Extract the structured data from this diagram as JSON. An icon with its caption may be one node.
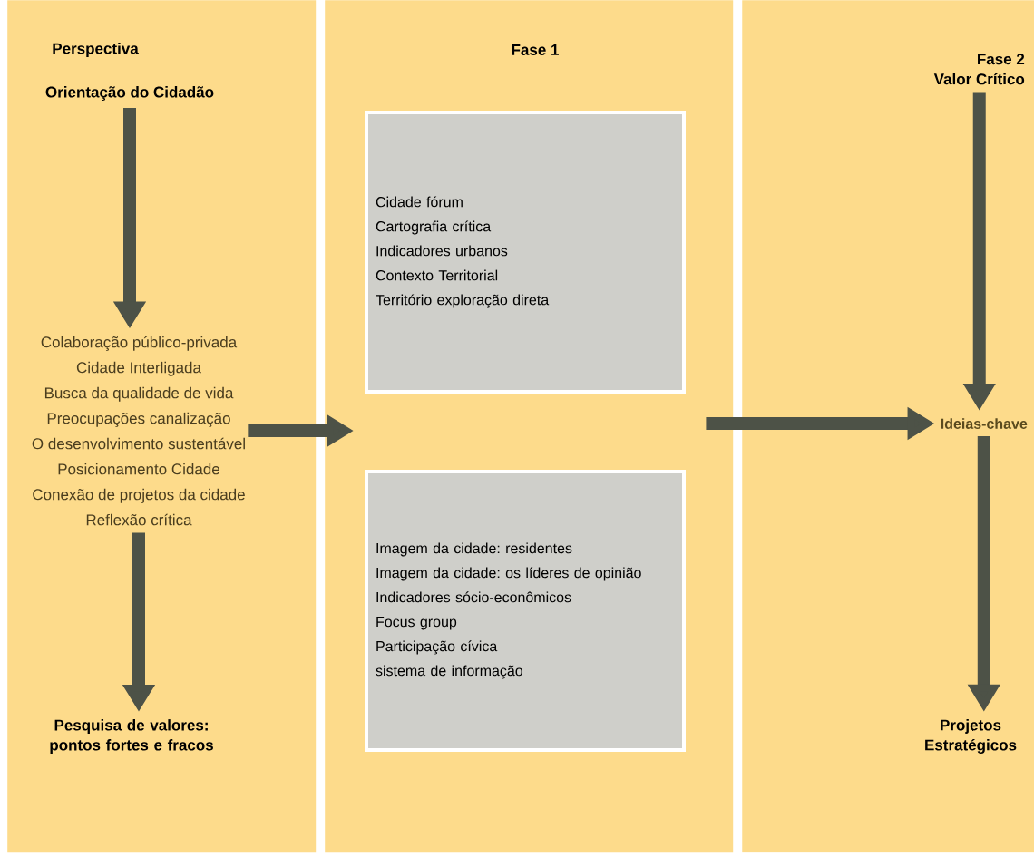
{
  "diagram": {
    "nodes": [
      {
        "text": [],
        "shape": "box"
      },
      {
        "text": [
          "Perspectiva"
        ],
        "in": 0
      },
      {
        "text": [
          "Orientação do Cidadão"
        ],
        "in": 0
      },
      {
        "text": [
          "Colaboração público-privada",
          "Cidade Interligada",
          "Busca da qualidade de vida",
          "Preocupações canalização",
          "O desenvolvimento sustentável",
          "Posicionamento Cidade",
          "Conexão de projetos da cidade",
          "Reflexão crítica"
        ],
        "in": 0
      },
      {
        "text": [
          "Pesquisa de valores: pontos fortes e fracos"
        ],
        "in": 0
      },
      {
        "text": [],
        "shape": "box"
      },
      {
        "text": [
          "Fase 1"
        ],
        "in": 5
      },
      {
        "text": [
          "Cidade fórum",
          "Cartografia crítica",
          "Indicadores urbanos",
          "Contexto Territorial",
          "Território exploração direta"
        ],
        "in": 5
      },
      {
        "text": [
          "Imagem da cidade: residentes",
          "Imagem da cidade: os líderes de opinião",
          "Indicadores sócio-econômicos",
          "Focus group",
          "Participação cívica",
          "sistema de informação"
        ],
        "in": 5
      },
      {
        "text": [],
        "shape": "box"
      },
      {
        "text": [
          "Fase 2",
          "Valor Crítico"
        ],
        "in": 9
      },
      {
        "text": [
          "Ideias-chave"
        ],
        "in": 9
      },
      {
        "text": [
          "Projetos Estratégicos"
        ],
        "in": 9
      }
    ],
    "edges": [
      {
        "from": 2,
        "to": 3,
        "arrow": "to"
      },
      {
        "from": 3,
        "to": 4,
        "arrow": "to"
      },
      {
        "from": 3,
        "to": 5,
        "arrow": "to"
      },
      {
        "from": 5,
        "to": 11,
        "arrow": "to"
      },
      {
        "from": 10,
        "to": 11,
        "arrow": "to"
      },
      {
        "from": 11,
        "to": 12,
        "arrow": "to"
      }
    ]
  }
}
